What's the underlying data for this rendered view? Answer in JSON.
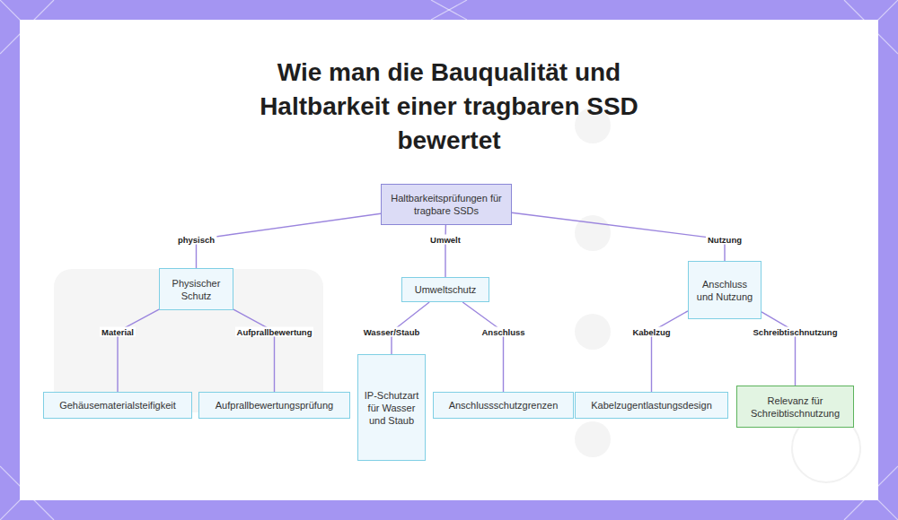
{
  "diagram": {
    "title": "Wie man die Bauqualität und Haltbarkeit einer tragbaren SSD bewertet",
    "nodes": [
      {
        "text": [
          "Haltbarkeitsprüfungen für tragbare SSDs"
        ]
      },
      {
        "text": [
          "Physischer Schutz"
        ]
      },
      {
        "text": [
          "Umweltschutz"
        ]
      },
      {
        "text": [
          "Anschluss und Nutzung"
        ]
      },
      {
        "text": [
          "Gehäusematerialsteifigkeit"
        ]
      },
      {
        "text": [
          "Aufprallbewertungsprüfung"
        ]
      },
      {
        "text": [
          "IP-Schutzart für Wasser und Staub"
        ]
      },
      {
        "text": [
          "Anschlussschutzgrenzen"
        ]
      },
      {
        "text": [
          "Kabelzugentlastungsdesign"
        ]
      },
      {
        "text": [
          "Relevanz für Schreibtischnutzung"
        ]
      }
    ],
    "edges": [
      {
        "from": 0,
        "to": 1,
        "arrow": "none",
        "label": "physisch"
      },
      {
        "from": 0,
        "to": 2,
        "arrow": "none",
        "label": "Umwelt"
      },
      {
        "from": 0,
        "to": 3,
        "arrow": "none",
        "label": "Nutzung"
      },
      {
        "from": 1,
        "to": 4,
        "arrow": "none",
        "label": "Material"
      },
      {
        "from": 1,
        "to": 5,
        "arrow": "none",
        "label": "Aufprallbewertung"
      },
      {
        "from": 2,
        "to": 6,
        "arrow": "none",
        "label": "Wasser/Staub"
      },
      {
        "from": 2,
        "to": 7,
        "arrow": "none",
        "label": "Anschluss"
      },
      {
        "from": 3,
        "to": 8,
        "arrow": "none",
        "label": "Kabelzug"
      },
      {
        "from": 3,
        "to": 9,
        "arrow": "none",
        "label": "Schreibtischnutzung"
      }
    ]
  }
}
